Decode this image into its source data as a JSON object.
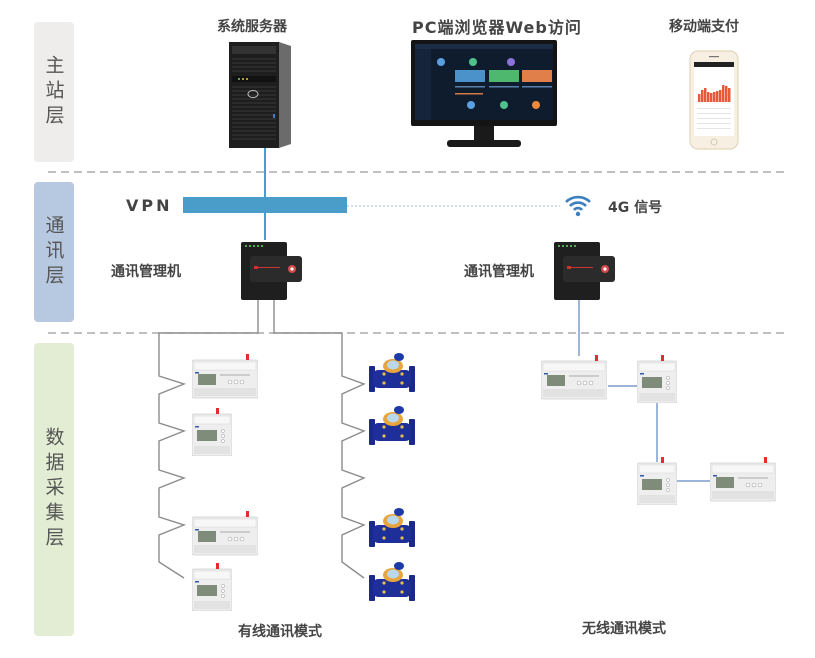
{
  "layers": [
    {
      "id": "master",
      "label": "主站层",
      "color": "#eeedeb"
    },
    {
      "id": "comm",
      "label": "通讯层",
      "color": "#b7c9e0"
    },
    {
      "id": "collect",
      "label": "数据采集层",
      "color": "#e3edd3"
    }
  ],
  "master": {
    "server_label": "系统服务器",
    "pc_label": "PC端浏览器Web访问",
    "mobile_label": "移动端支付"
  },
  "comm": {
    "vpn_label": "VPN",
    "signal_label": "4G 信号",
    "gateway_left_label": "通讯管理机",
    "gateway_right_label": "通讯管理机"
  },
  "collect": {
    "wired_mode_label": "有线通讯模式",
    "wireless_mode_label": "无线通讯模式"
  },
  "colors": {
    "vpn_bar": "#4a9cc9",
    "wire_blue": "#7a9ccc",
    "wire_gray": "#8c8c8c",
    "dash": "#9a9a9a",
    "wifi": "#3c7fc0"
  }
}
